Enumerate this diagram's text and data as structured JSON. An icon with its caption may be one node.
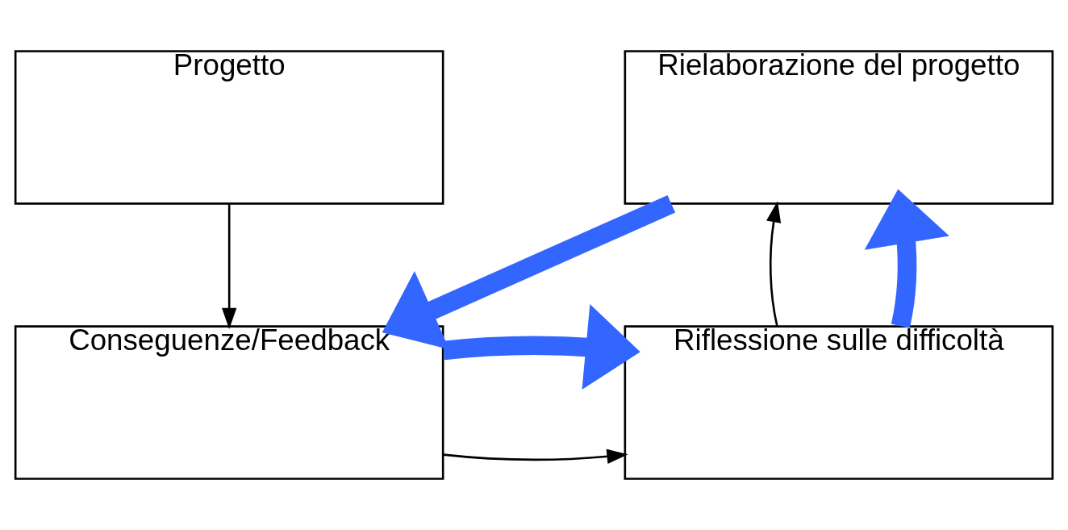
{
  "diagram": {
    "nodes": [
      {
        "text": [
          "Progetto"
        ]
      },
      {
        "text": [
          "Rielaborazione del progetto"
        ]
      },
      {
        "text": [
          "Conseguenze/Feedback"
        ]
      },
      {
        "text": [
          "Riflessione sulle difficoltà"
        ]
      }
    ],
    "edges": [
      {
        "from": 0,
        "to": 2,
        "arrow": "to"
      },
      {
        "from": 2,
        "to": 3,
        "arrow": "to"
      },
      {
        "from": 3,
        "to": 1,
        "arrow": "to"
      },
      {
        "from": 3,
        "to": 1,
        "arrow": "to",
        "style": "thick",
        "color": "#3366ff"
      },
      {
        "from": 1,
        "to": 2,
        "arrow": "to",
        "style": "thick",
        "color": "#3366ff"
      },
      {
        "from": 2,
        "to": 3,
        "arrow": "to",
        "style": "thick",
        "color": "#3366ff"
      }
    ]
  }
}
